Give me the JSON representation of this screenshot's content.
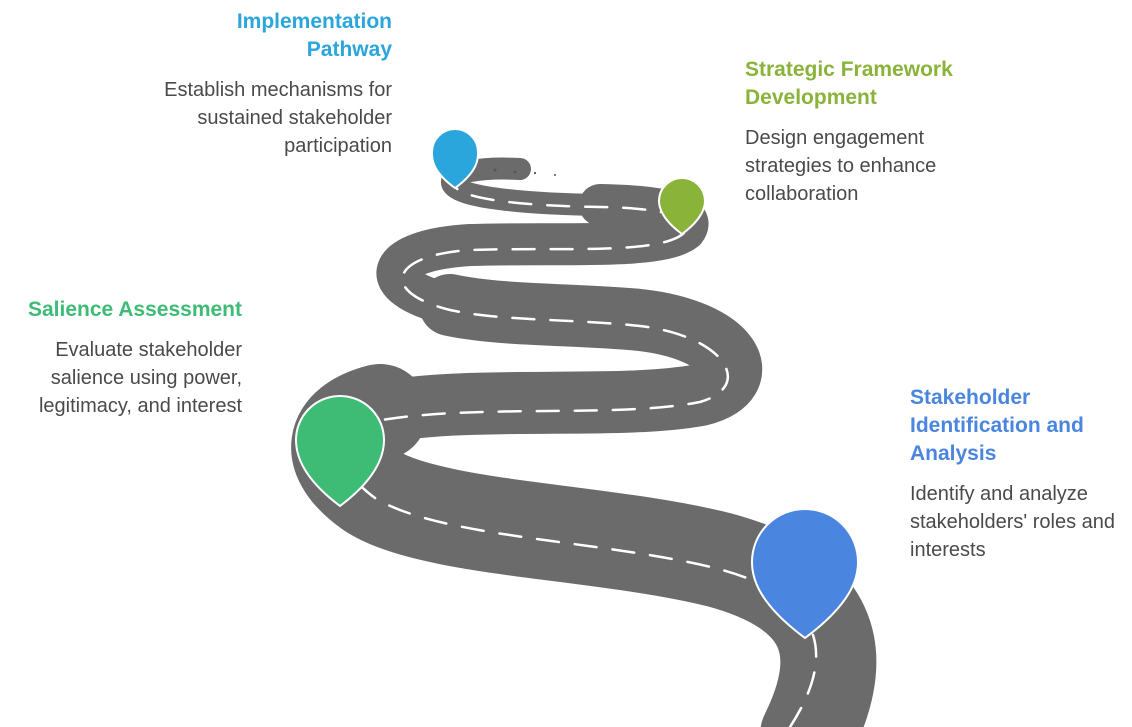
{
  "colors": {
    "road": "#6b6b6b",
    "road_edge": "#f2f2f2",
    "lane_marking": "#ffffff",
    "implementation": "#2aa6dd",
    "strategic": "#8ab33a",
    "salience": "#3ebc76",
    "stakeholder": "#4a86e0"
  },
  "stages": {
    "implementation": {
      "title": "Implementation Pathway",
      "description": "Establish mechanisms for sustained stakeholder participation",
      "icon": "map-pin-icon"
    },
    "strategic": {
      "title": "Strategic Framework Development",
      "description": "Design engagement strategies to enhance collaboration",
      "icon": "map-pin-icon"
    },
    "salience": {
      "title": "Salience Assessment",
      "description": "Evaluate stakeholder salience using power, legitimacy, and interest",
      "icon": "map-pin-icon"
    },
    "stakeholder": {
      "title": "Stakeholder Identification and Analysis",
      "description": "Identify and analyze stakeholders' roles and interests",
      "icon": "map-pin-icon"
    }
  }
}
